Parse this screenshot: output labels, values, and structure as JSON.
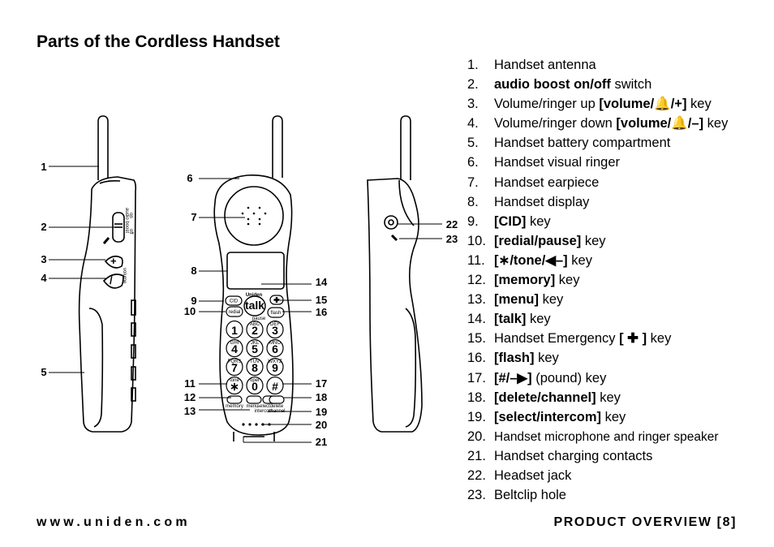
{
  "title": "Parts of the Cordless Handset",
  "parts": [
    {
      "num": "1.",
      "segments": [
        {
          "t": "Handset antenna"
        }
      ]
    },
    {
      "num": "2.",
      "segments": [
        {
          "t": "audio boost on/off",
          "b": true
        },
        {
          "t": " switch"
        }
      ]
    },
    {
      "num": "3.",
      "segments": [
        {
          "t": "Volume/ringer up "
        },
        {
          "t": "[volume/🔔/+]",
          "b": true
        },
        {
          "t": " key"
        }
      ]
    },
    {
      "num": "4.",
      "segments": [
        {
          "t": "Volume/ringer down "
        },
        {
          "t": "[volume/🔔/–]",
          "b": true
        },
        {
          "t": " key"
        }
      ]
    },
    {
      "num": "5.",
      "segments": [
        {
          "t": "Handset battery compartment"
        }
      ]
    },
    {
      "num": "6.",
      "segments": [
        {
          "t": "Handset visual ringer"
        }
      ]
    },
    {
      "num": "7.",
      "segments": [
        {
          "t": "Handset earpiece"
        }
      ]
    },
    {
      "num": "8.",
      "segments": [
        {
          "t": "Handset display"
        }
      ]
    },
    {
      "num": "9.",
      "segments": [
        {
          "t": "[CID]",
          "b": true
        },
        {
          "t": " key"
        }
      ]
    },
    {
      "num": "10.",
      "segments": [
        {
          "t": "[redial/pause]",
          "b": true
        },
        {
          "t": " key"
        }
      ]
    },
    {
      "num": "11.",
      "segments": [
        {
          "t": "[∗/tone/◀–]",
          "b": true
        },
        {
          "t": " key"
        }
      ]
    },
    {
      "num": "12.",
      "segments": [
        {
          "t": "[memory]",
          "b": true
        },
        {
          "t": " key"
        }
      ]
    },
    {
      "num": "13.",
      "segments": [
        {
          "t": "[menu]",
          "b": true
        },
        {
          "t": " key"
        }
      ]
    },
    {
      "num": "14.",
      "segments": [
        {
          "t": "[talk]",
          "b": true
        },
        {
          "t": " key"
        }
      ]
    },
    {
      "num": "15.",
      "segments": [
        {
          "t": "Handset Emergency "
        },
        {
          "t": "[ ✚ ]",
          "b": true
        },
        {
          "t": " key"
        }
      ]
    },
    {
      "num": "16.",
      "segments": [
        {
          "t": "[flash]",
          "b": true
        },
        {
          "t": " key"
        }
      ]
    },
    {
      "num": "17.",
      "segments": [
        {
          "t": "[#/–▶]",
          "b": true
        },
        {
          "t": " (pound) key"
        }
      ]
    },
    {
      "num": "18.",
      "segments": [
        {
          "t": "[delete/channel]",
          "b": true
        },
        {
          "t": " key"
        }
      ]
    },
    {
      "num": "19.",
      "segments": [
        {
          "t": "[select/intercom]",
          "b": true
        },
        {
          "t": " key"
        }
      ]
    },
    {
      "num": "20.",
      "segments": [
        {
          "t": "Handset microphone and ringer speaker",
          "small": true
        }
      ]
    },
    {
      "num": "21.",
      "segments": [
        {
          "t": "Handset charging contacts"
        }
      ]
    },
    {
      "num": "22.",
      "segments": [
        {
          "t": "Headset jack"
        }
      ]
    },
    {
      "num": "23.",
      "segments": [
        {
          "t": "Beltclip hole"
        }
      ]
    }
  ],
  "footer": {
    "website": "www.uniden.com",
    "section": "PRODUCT OVERVIEW [8]"
  },
  "diagram": {
    "side_labels": {
      "audio_boost": "audio boost",
      "on": "on",
      "off": "off",
      "volume": "volume"
    },
    "brand": "Uniden",
    "key_labels": {
      "cid": "CID",
      "talk": "talk",
      "redial": "redial",
      "pause": "pause",
      "flash": "flash",
      "tone": "tone",
      "oper": "oper",
      "memory": "memory",
      "menu": "menu",
      "select": "select",
      "intercom": "intercom",
      "delete": "delete",
      "channel": "channel"
    },
    "keypad": [
      {
        "num": "1",
        "letters": ""
      },
      {
        "num": "2",
        "letters": "ABC"
      },
      {
        "num": "3",
        "letters": "DEF"
      },
      {
        "num": "4",
        "letters": "GHI"
      },
      {
        "num": "5",
        "letters": "JKL"
      },
      {
        "num": "6",
        "letters": "MNO"
      },
      {
        "num": "7",
        "letters": "PQRS"
      },
      {
        "num": "8",
        "letters": "TUV"
      },
      {
        "num": "9",
        "letters": "WXYZ"
      }
    ],
    "bottom_keys": {
      "star": "∗",
      "zero": "0",
      "pound": "#"
    },
    "callouts": [
      "1",
      "2",
      "3",
      "4",
      "5",
      "6",
      "7",
      "8",
      "9",
      "10",
      "11",
      "12",
      "13",
      "14",
      "15",
      "16",
      "17",
      "18",
      "19",
      "20",
      "21",
      "22",
      "23"
    ]
  }
}
